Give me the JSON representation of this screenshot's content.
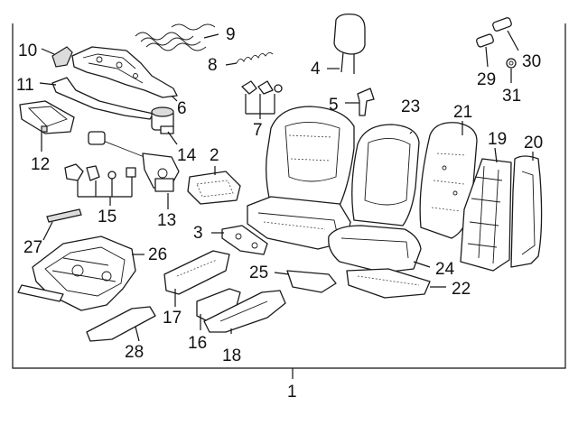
{
  "diagram": {
    "assembly_callout": "1",
    "callouts": {
      "c2": "2",
      "c3": "3",
      "c4": "4",
      "c5": "5",
      "c6": "6",
      "c7": "7",
      "c8": "8",
      "c9": "9",
      "c10": "10",
      "c11": "11",
      "c12": "12",
      "c13": "13",
      "c14": "14",
      "c15": "15",
      "c16": "16",
      "c17": "17",
      "c18": "18",
      "c19": "19",
      "c20": "20",
      "c21": "21",
      "c22": "22",
      "c23": "23",
      "c24": "24",
      "c25": "25",
      "c26": "26",
      "c27": "27",
      "c28": "28",
      "c29": "29",
      "c30": "30",
      "c31": "31"
    }
  }
}
